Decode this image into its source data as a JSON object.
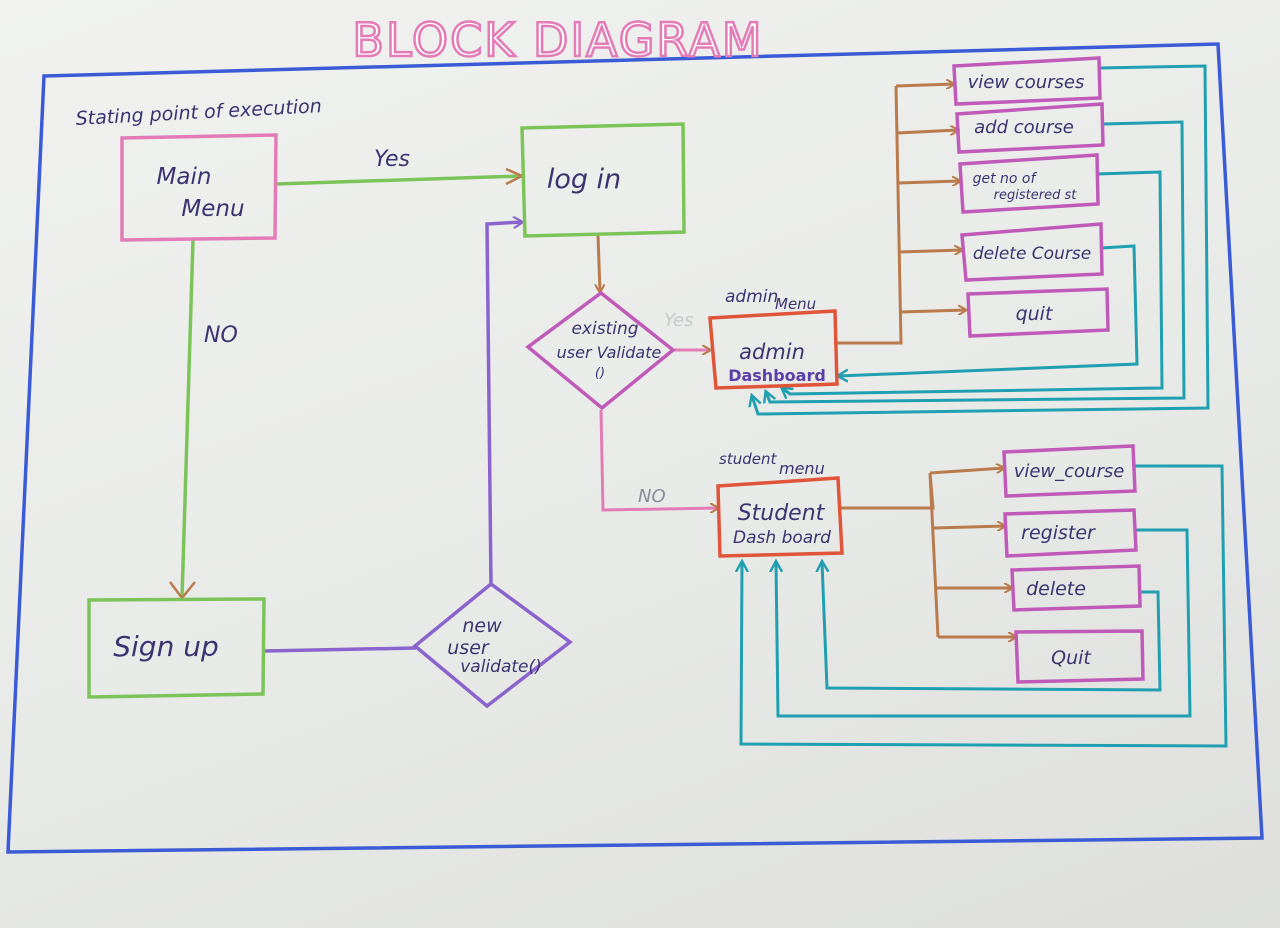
{
  "title": "BLOCK DIAGRAM",
  "note": "Stating point of execution",
  "colors": {
    "border": "#3b5bd6",
    "green": "#7cc45a",
    "pink": "#e37bb7",
    "red": "#e0543a",
    "magenta": "#c05ab8",
    "purple": "#8a63cc",
    "brown": "#b97a4c",
    "teal": "#1f9fb0",
    "ink": "#3b3370"
  },
  "nodes": {
    "main_menu": {
      "line1": "Main",
      "line2": "Menu"
    },
    "login": {
      "label": "log in"
    },
    "sign_up": {
      "label": "Sign up"
    },
    "existing_validate": {
      "line1": "existing",
      "line2": "user Validate",
      "line3": "()"
    },
    "new_validate": {
      "line1": "new",
      "line2": "user",
      "line3": "validate()"
    },
    "admin_dashboard": {
      "caption1": "admin",
      "caption2": "Menu",
      "line1": "admin",
      "line2": "Dashboard"
    },
    "student_dashboard": {
      "caption1": "student",
      "caption2": "menu",
      "line1": "Student",
      "line2": "Dash board"
    }
  },
  "edge_labels": {
    "yes_main_login": "Yes",
    "no_main_signup": "NO",
    "yes_admin": "Yes",
    "no_student": "NO"
  },
  "admin_items": [
    {
      "line1": "view courses",
      "line2": ""
    },
    {
      "line1": "add course",
      "line2": ""
    },
    {
      "line1": "get no of",
      "line2": "registered st"
    },
    {
      "line1": "delete Course",
      "line2": ""
    },
    {
      "line1": "quit",
      "line2": ""
    }
  ],
  "student_items": [
    {
      "label": "view_course"
    },
    {
      "label": "register"
    },
    {
      "label": "delete"
    },
    {
      "label": "Quit"
    }
  ]
}
